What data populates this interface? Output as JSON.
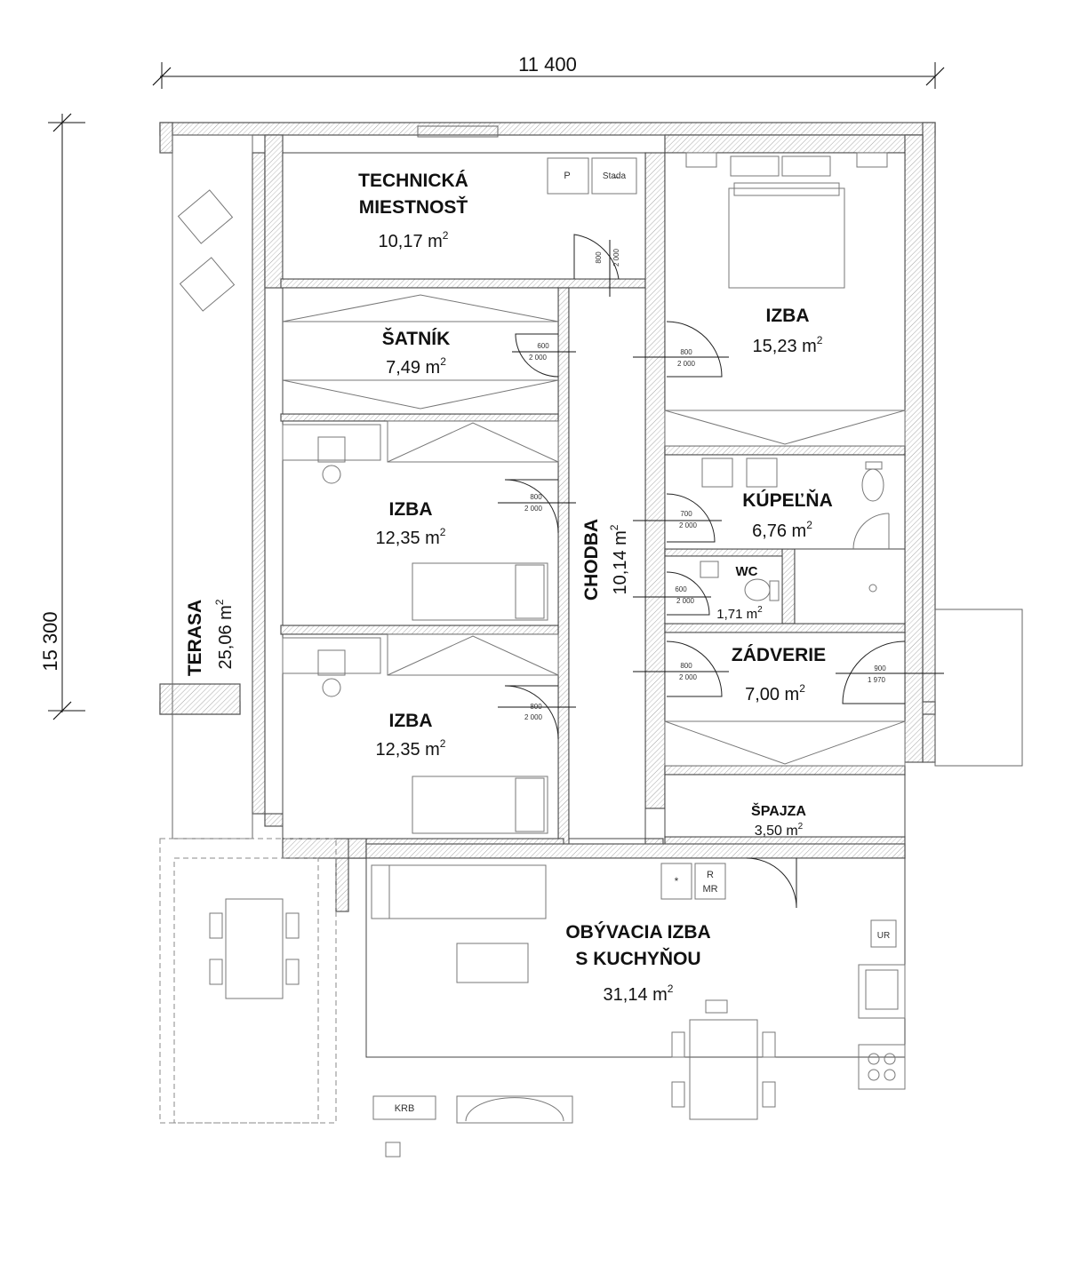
{
  "dimensions": {
    "width": "11 400",
    "height": "15 300"
  },
  "rooms": {
    "technicka": {
      "line1": "TECHNICKÁ",
      "line2": "MIESTNOSŤ",
      "area": "10,17 m",
      "sup": "2"
    },
    "satnik": {
      "name": "ŠATNÍK",
      "area": "7,49 m",
      "sup": "2"
    },
    "izba_bedroom": {
      "name": "IZBA",
      "area": "15,23 m",
      "sup": "2"
    },
    "izba_1": {
      "name": "IZBA",
      "area": "12,35 m",
      "sup": "2"
    },
    "izba_2": {
      "name": "IZBA",
      "area": "12,35 m",
      "sup": "2"
    },
    "kupelna": {
      "name": "KÚPEĽŇA",
      "area": "6,76 m",
      "sup": "2"
    },
    "wc": {
      "name": "WC",
      "area": "1,71 m",
      "sup": "2"
    },
    "chodba": {
      "name": "CHODBA",
      "area": "10,14 m",
      "sup": "2"
    },
    "zadverie": {
      "name": "ZÁDVERIE",
      "area": "7,00 m",
      "sup": "2"
    },
    "spajza": {
      "name": "ŠPAJZA",
      "area": "3,50 m",
      "sup": "2"
    },
    "obyvacia": {
      "line1": "OBÝVACIA IZBA",
      "line2": "S KUCHYŇOU",
      "area": "31,14 m",
      "sup": "2"
    },
    "terasa": {
      "name": "TERASA",
      "area": "25,06 m",
      "sup": "2"
    }
  },
  "doors": {
    "technicka": {
      "w": "800",
      "h": "2 000"
    },
    "satnik": {
      "w": "600",
      "h": "2 000"
    },
    "bedroom": {
      "w": "800",
      "h": "2 000"
    },
    "izba1": {
      "w": "800",
      "h": "2 000"
    },
    "izba2": {
      "w": "800",
      "h": "2 000"
    },
    "kupelna": {
      "w": "700",
      "h": "2 000"
    },
    "wc": {
      "w": "600",
      "h": "2 000"
    },
    "zadverie": {
      "w": "800",
      "h": "2 000"
    },
    "entrance": {
      "w": "900",
      "h": "1 970"
    }
  },
  "equipment": {
    "p": "P",
    "stadla": "Sta̶da",
    "r": "R",
    "mr": "MR",
    "star": "*",
    "ur": "UR",
    "krb": "KRB"
  }
}
